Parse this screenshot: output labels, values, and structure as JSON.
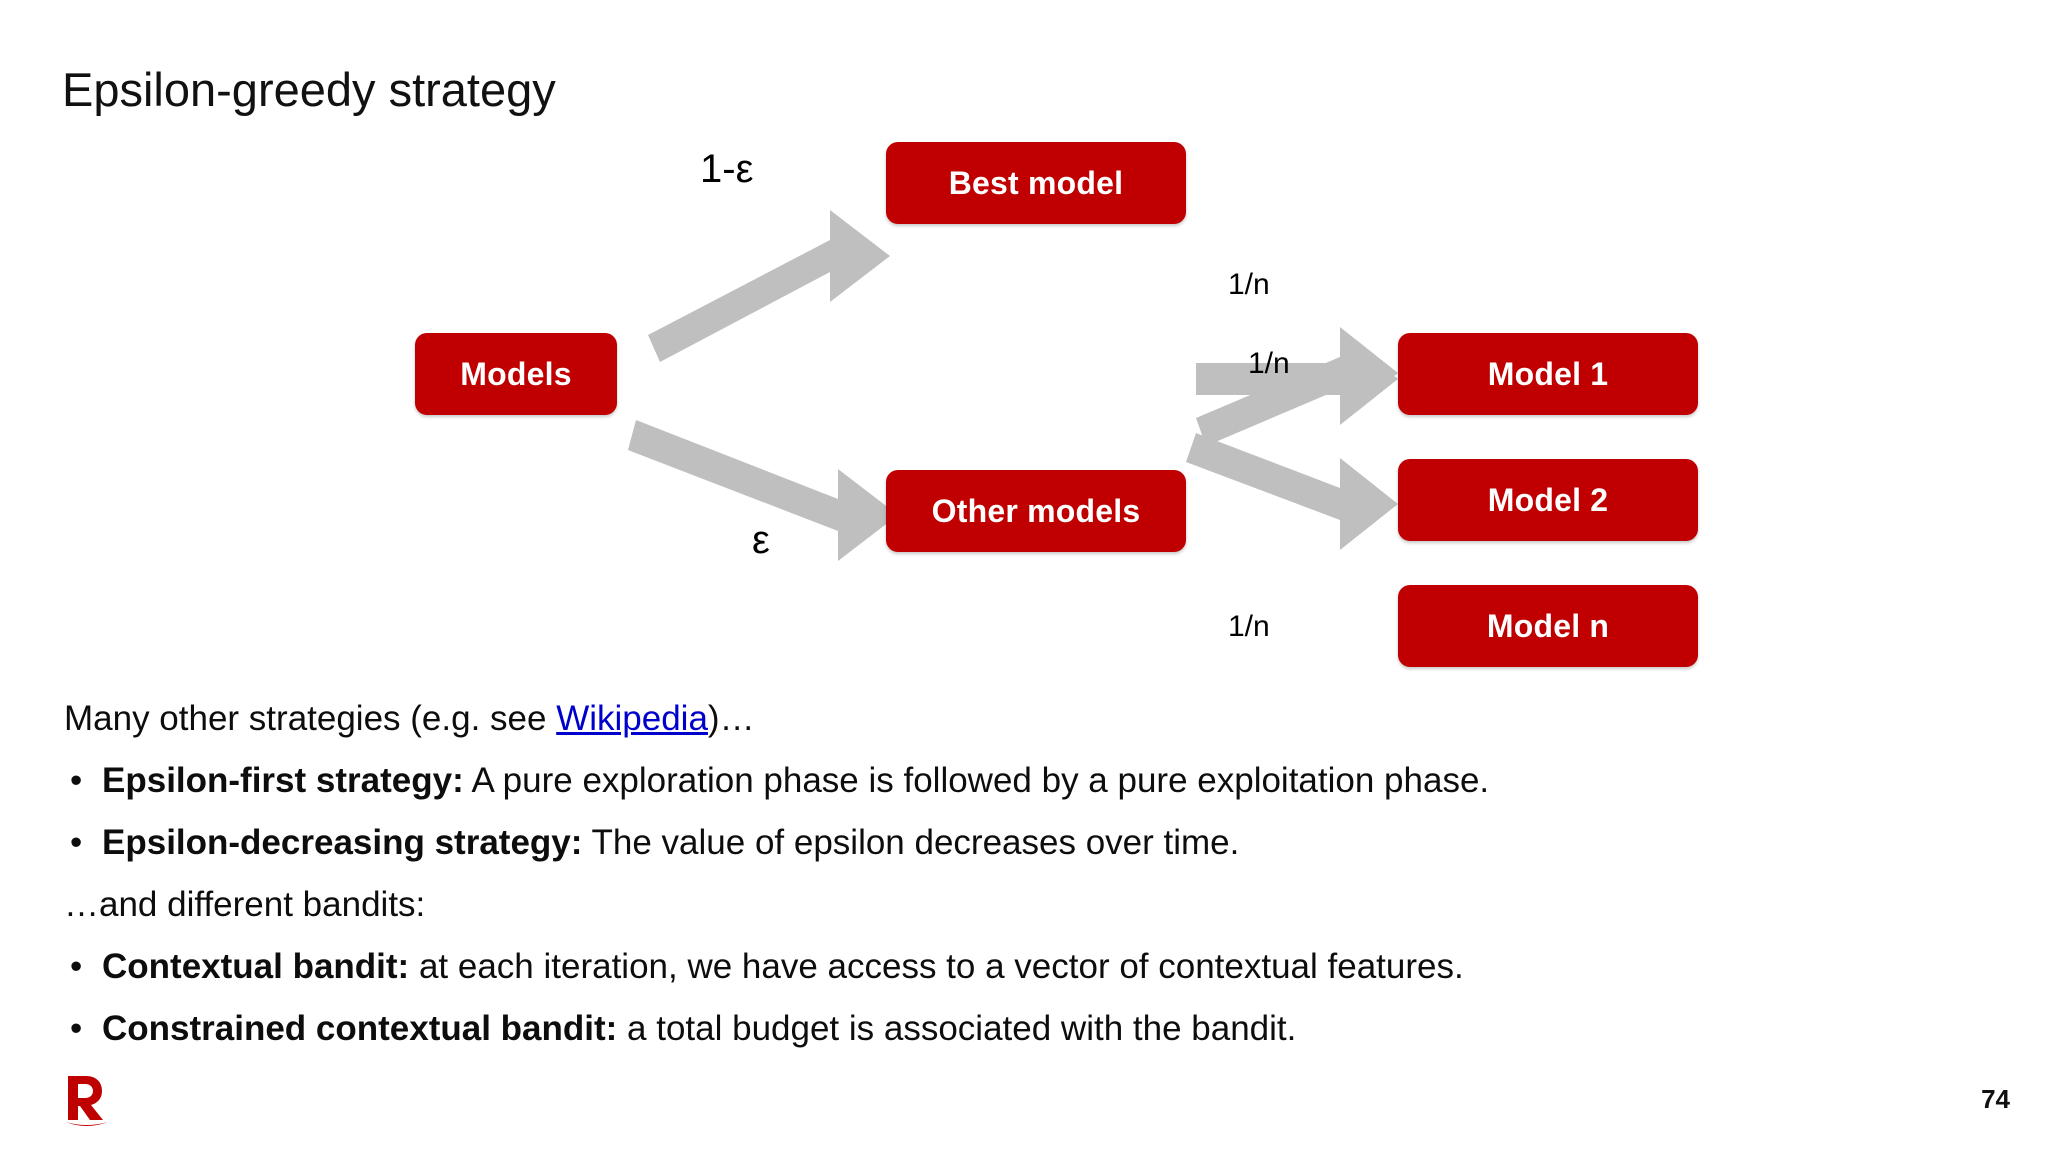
{
  "slide": {
    "title": "Epsilon-greedy strategy",
    "page_number": "74",
    "brand_logo": "rakuten-r-logo",
    "accent_color": "#C00000",
    "arrow_color": "#BFBFBF",
    "link_color": "#0000CC",
    "background_color": "#FFFFFF"
  },
  "diagram": {
    "type": "flow-tree",
    "nodes": [
      {
        "id": "models",
        "label": "Models"
      },
      {
        "id": "best_model",
        "label": "Best model"
      },
      {
        "id": "other_models",
        "label": "Other models"
      },
      {
        "id": "model_1",
        "label": "Model 1"
      },
      {
        "id": "model_2",
        "label": "Model 2"
      },
      {
        "id": "model_n",
        "label": "Model n"
      }
    ],
    "edges": [
      {
        "from": "models",
        "to": "best_model",
        "label": "1-ε"
      },
      {
        "from": "models",
        "to": "other_models",
        "label": "ε"
      },
      {
        "from": "other_models",
        "to": "model_1",
        "label": "1/n"
      },
      {
        "from": "other_models",
        "to": "model_2",
        "label": "1/n"
      },
      {
        "from": "other_models",
        "to": "model_n",
        "label": "1/n"
      }
    ]
  },
  "body": {
    "intro": {
      "before_link": "Many other strategies (e.g. see ",
      "link_label": "Wikipedia",
      "after_link": ")…"
    },
    "bullets_strategies": [
      {
        "bullet": "•",
        "lead": "Epsilon-first strategy:",
        "rest": " A pure exploration phase is followed by a pure exploitation phase."
      },
      {
        "bullet": "•",
        "lead": "Epsilon-decreasing strategy:",
        "rest": " The value of epsilon decreases over time."
      }
    ],
    "bandits_intro": "…and different bandits:",
    "bullets_bandits": [
      {
        "bullet": "•",
        "lead": "Contextual bandit:",
        "rest": " at each iteration, we have access to a vector of contextual features."
      },
      {
        "bullet": "•",
        "lead": "Constrained contextual bandit:",
        "rest": " a total budget is associated with the bandit."
      }
    ]
  }
}
